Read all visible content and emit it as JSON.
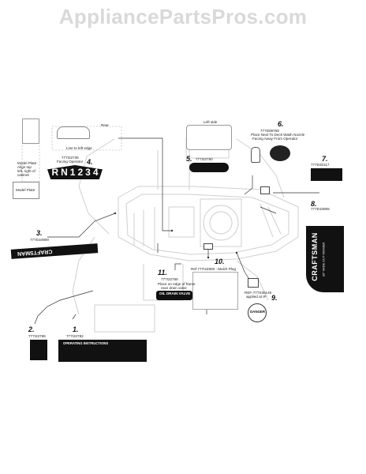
{
  "watermark": "AppliancePartsPros.com",
  "callouts": {
    "rear": "Rear",
    "left_side": "Left side",
    "line_to_left_edge": "Line to left edge",
    "model_plate": "Model Plate",
    "model_plate_note": [
      "Model Plate",
      "Align top",
      "left, right of",
      "cabinet"
    ],
    "p4_number": "777I22736",
    "p4_caption": "Facing Operator",
    "p4_index": "4.",
    "dial_letters": [
      "R",
      "N",
      "1",
      "2",
      "3",
      "4"
    ],
    "p5_index": "5.",
    "p5_number": "777I22750",
    "p6_index": "6.",
    "p6_number": "777D09768",
    "p6_caption": [
      "Place Next To Deck Wash Nozzle",
      "Facing Away From Operator"
    ],
    "p7_index": "7.",
    "p7_number": "777D20117",
    "p8_index": "8.",
    "p8_number": "777D10805",
    "p3_index": "3.",
    "p3_number": "777D10809",
    "craftsman_strip": "CRAFTSMAN",
    "p10_index": "10.",
    "p10_caption": "Ref 777I22900 - Mulch Plug",
    "p11_index": "11.",
    "p11_number": "777I22755",
    "p11_caption": [
      "Place on edge of frame",
      "near drain valve"
    ],
    "oil_valve_label": "OIL DRAIN VALVE",
    "p9_index": "9.",
    "p9_ref": [
      "REF-777S30145",
      "applied at IP"
    ],
    "danger_label": "DANGER",
    "p2_index": "2.",
    "p2_number": "777I22769",
    "p1_index": "1.",
    "p1_number": "777I22782",
    "operating_instructions": "OPERATING INSTRUCTIONS",
    "craftsman_side_decal": "CRAFTSMAN",
    "side_decal_sub": "33\" WIDE CUT MOWER"
  }
}
